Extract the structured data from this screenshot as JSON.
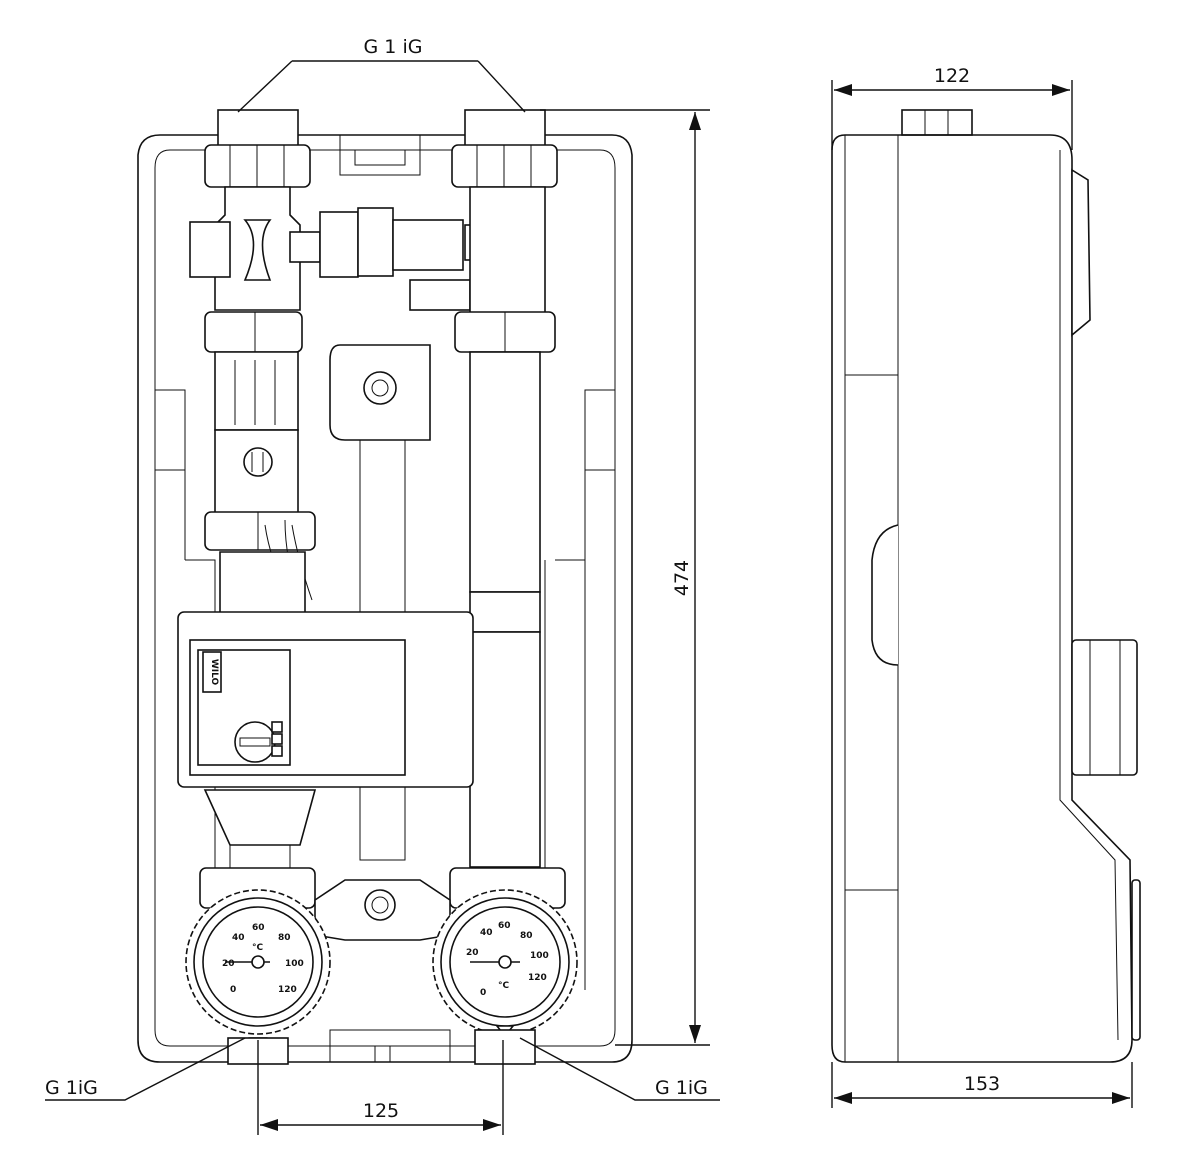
{
  "annotations": {
    "top_connection": "G 1 iG",
    "bottom_left_connection": "G 1iG",
    "bottom_right_connection": "G 1iG"
  },
  "dimensions": {
    "height": "474",
    "connection_spacing": "125",
    "side_depth_top": "122",
    "side_depth_bottom": "153"
  },
  "gauges": {
    "left": {
      "ticks": [
        "0",
        "20",
        "40",
        "60",
        "80",
        "100",
        "120"
      ],
      "unit": "°C"
    },
    "right": {
      "ticks": [
        "0",
        "20",
        "40",
        "60",
        "80",
        "100",
        "120"
      ],
      "unit": "°C"
    }
  },
  "pump": {
    "brand": "WILO"
  },
  "colors": {
    "line": "#111111",
    "background": "#ffffff"
  }
}
